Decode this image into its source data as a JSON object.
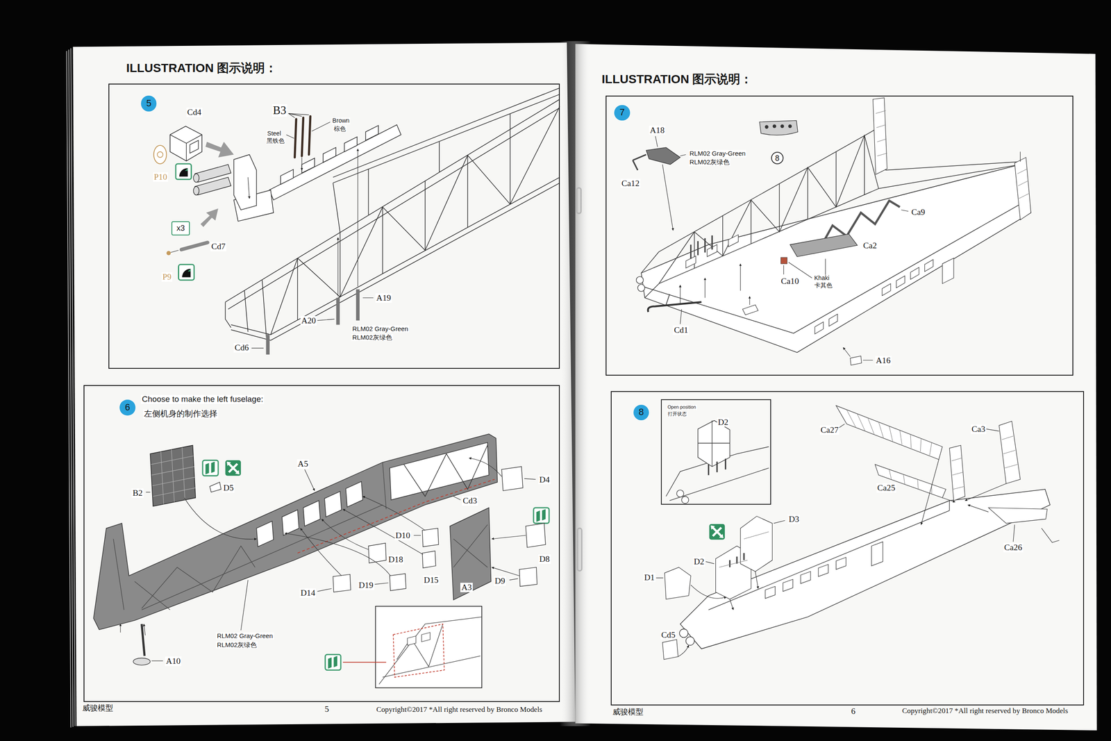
{
  "diagram": {
    "title": "ILLUSTRATION 图示说明：",
    "nodes": [
      {
        "text": [
          "Cd4",
          "B3",
          "Steel",
          "黑铁色",
          "Brown",
          "棕色",
          "P10",
          "Cd7",
          "P9",
          "A19",
          "A20",
          "RLM02 Gray-Green",
          "RLM02灰绿色",
          "Cd6"
        ]
      },
      {
        "text": [
          "5"
        ],
        "in": 0
      },
      {
        "text": [
          "x3"
        ],
        "in": 0
      },
      {
        "text": [
          "Choose to make the left fuselage:",
          "左侧机身的制作选择",
          "A5",
          "B2",
          "D5",
          "Cd3",
          "D4",
          "D10",
          "D18",
          "D15",
          "D14",
          "D19",
          "A3",
          "D8",
          "D9",
          "RLM02 Gray-Green",
          "RLM02灰绿色",
          "A10"
        ]
      },
      {
        "text": [
          "6"
        ],
        "in": 3
      },
      {
        "text": [
          "A18",
          "RLM02 Gray-Green",
          "RLM02灰绿色",
          "Ca12",
          "Ca9",
          "Ca2",
          "Ca10",
          "Khaki",
          "卡其色",
          "Cd1",
          "A16"
        ]
      },
      {
        "text": [
          "7"
        ],
        "in": 5
      },
      {
        "text": [
          "8"
        ],
        "in": 5
      },
      {
        "text": [
          "Ca27",
          "Ca3",
          "Ca25",
          "Ca26",
          "D3",
          "D2",
          "D1",
          "Cd5"
        ]
      },
      {
        "text": [
          "8"
        ],
        "in": 8
      },
      {
        "text": [
          "Open position",
          "打开状态",
          "D2"
        ],
        "in": 8
      }
    ],
    "labels": [
      "ILLUSTRATION 图示说明：",
      "威骏模型",
      "5",
      "Copyright©2017 *All right reserved by Bronco Models",
      "威骏模型",
      "6",
      "Copyright©2017 *All right reserved by Bronco Models"
    ]
  }
}
